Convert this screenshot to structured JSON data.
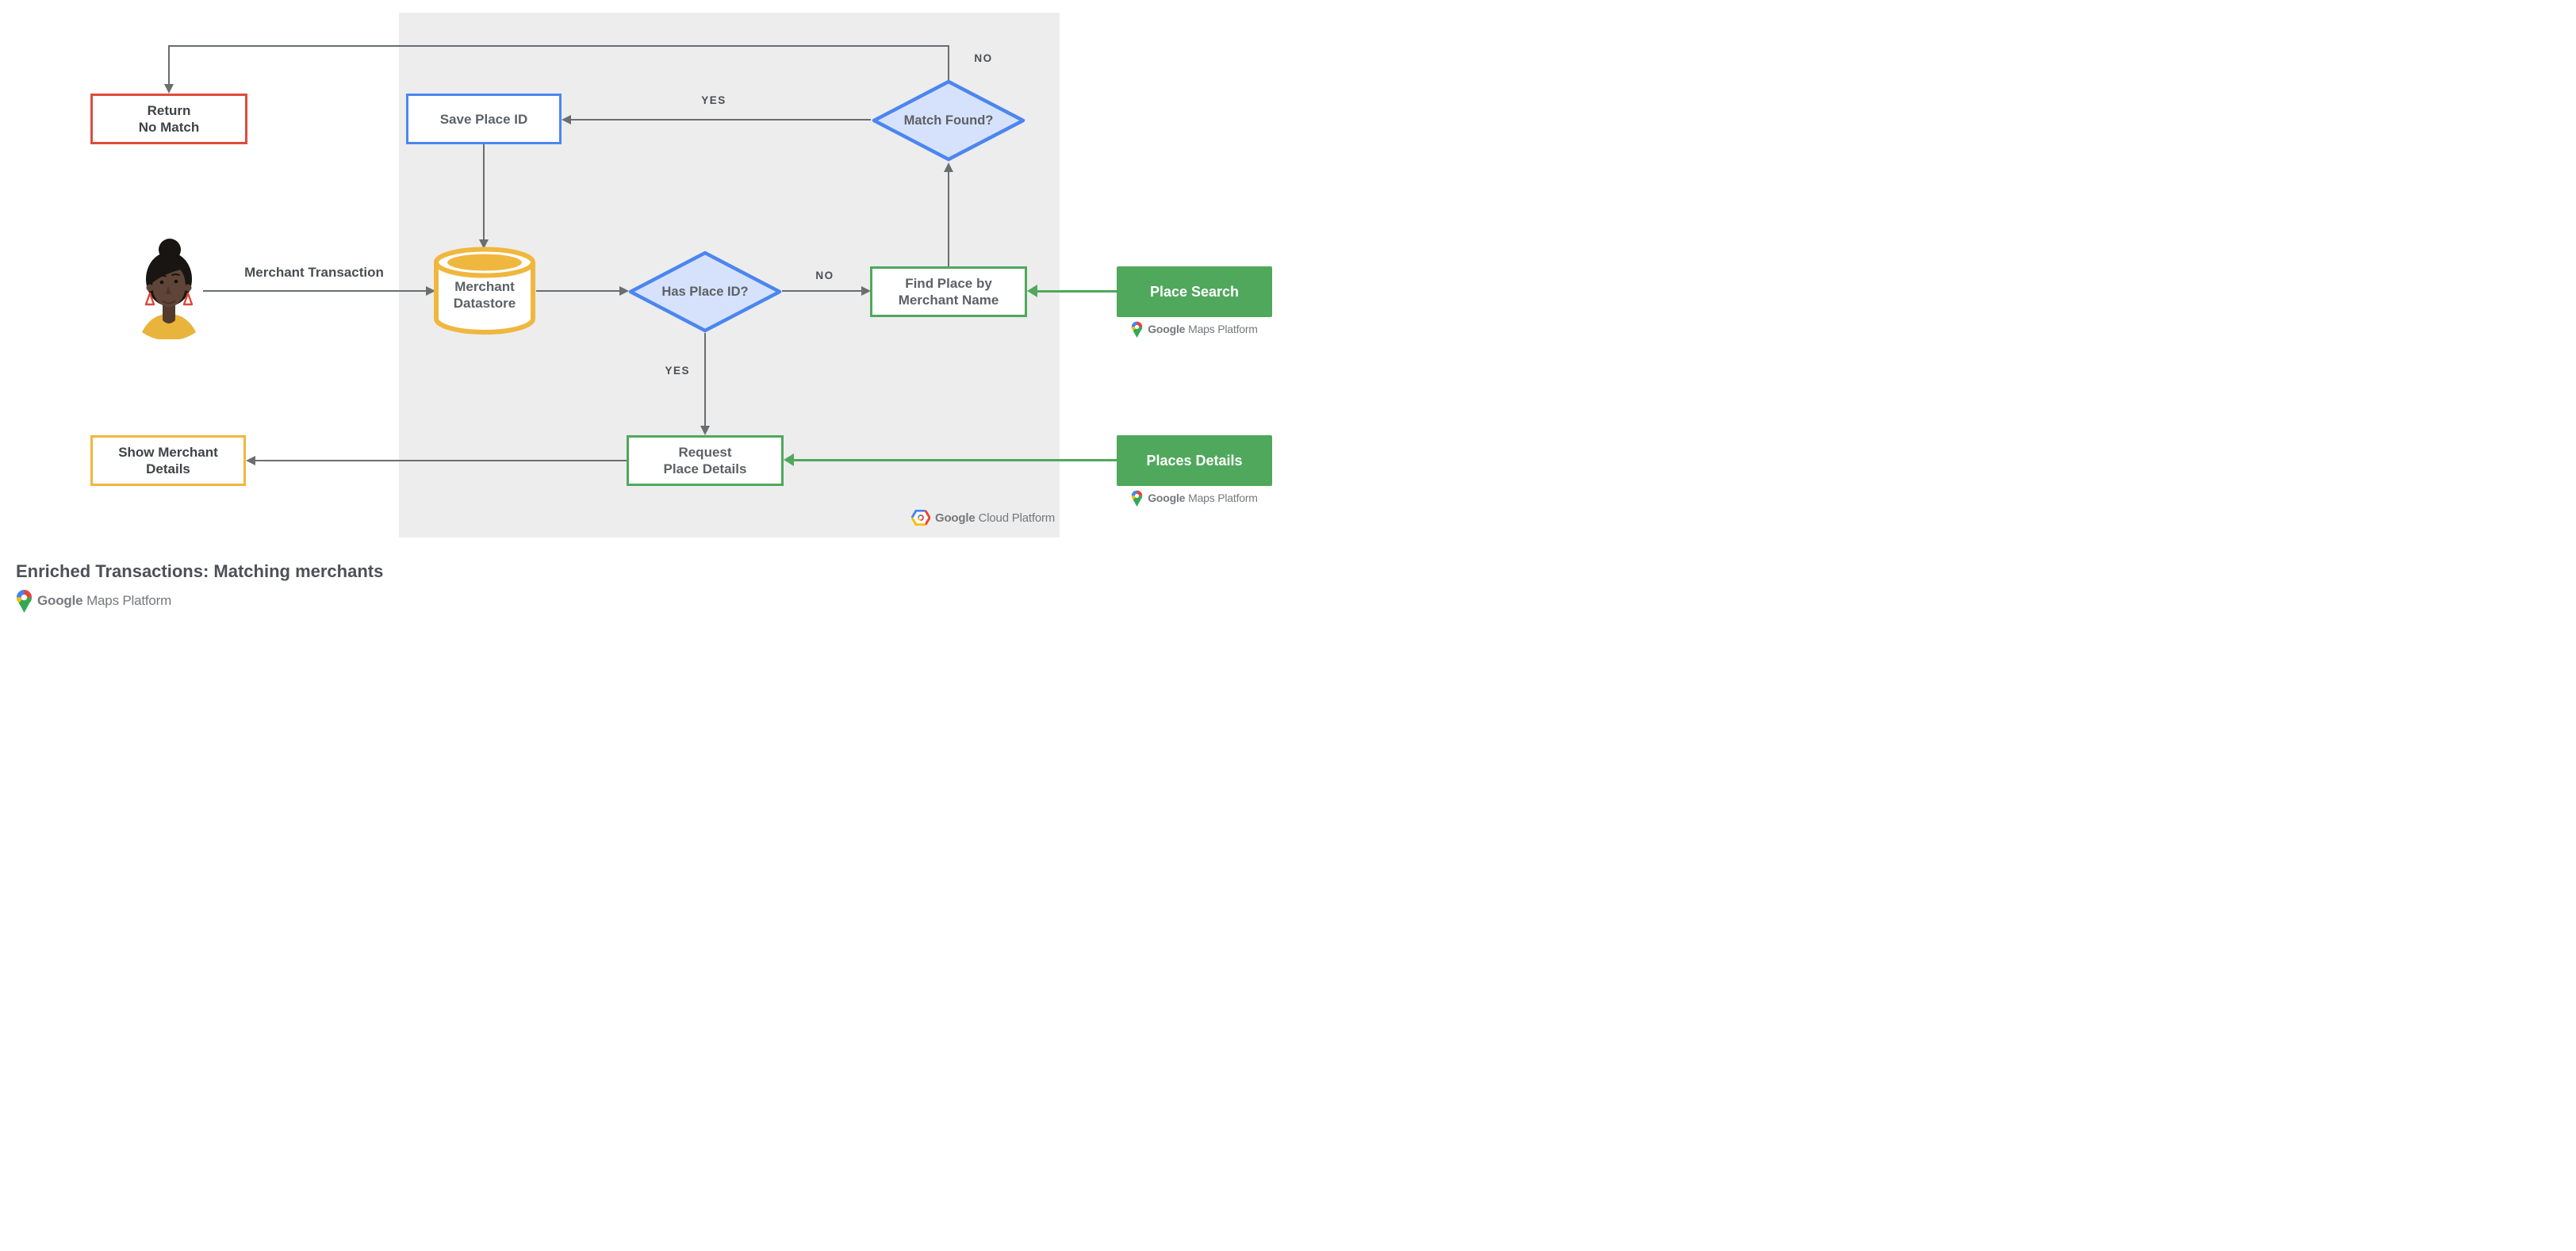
{
  "colors": {
    "canvas_bg": "#FFFFFF",
    "panel_bg": "#EDEDED",
    "line_gray": "#6A6E71",
    "red": "#DF4B3B",
    "blue": "#4B86F0",
    "blue_fill": "#D6E2FB",
    "yellow": "#F0B73E",
    "green": "#4FA85C",
    "node_text": "#5D6165",
    "node_text_dark": "#3F4347",
    "edge_label": "#4A4E53",
    "logo_text": "#75787C",
    "title_text": "#4D5156",
    "google_blue": "#4285F4",
    "google_red": "#EA4335",
    "google_yellow": "#FBBC04",
    "google_green": "#34A853"
  },
  "title": "Enriched Transactions: Matching merchants",
  "edge_labels": {
    "merchant_transaction": "Merchant Transaction",
    "match_no": "NO",
    "match_yes": "YES",
    "has_no": "NO",
    "has_yes": "YES"
  },
  "nodes": {
    "return_no_match": {
      "line1": "Return",
      "line2": "No Match"
    },
    "save_place_id": {
      "label": "Save Place ID"
    },
    "match_found": {
      "line1": "Match",
      "line2": "Found?"
    },
    "merchant_datastore": {
      "line1": "Merchant",
      "line2": "Datastore"
    },
    "has_place_id": {
      "line1": "Has",
      "line2": "Place ID?"
    },
    "find_place": {
      "line1": "Find Place by",
      "line2": "Merchant Name"
    },
    "place_search": {
      "label": "Place Search"
    },
    "request_place_details": {
      "line1": "Request",
      "line2": "Place Details"
    },
    "places_details": {
      "label": "Places Details"
    },
    "show_merchant_details": {
      "line1": "Show Merchant",
      "line2": "Details"
    }
  },
  "logos": {
    "google_maps_platform": {
      "google": "Google",
      "product": "Maps Platform"
    },
    "google_cloud_platform": {
      "google": "Google",
      "product": "Cloud Platform"
    }
  }
}
